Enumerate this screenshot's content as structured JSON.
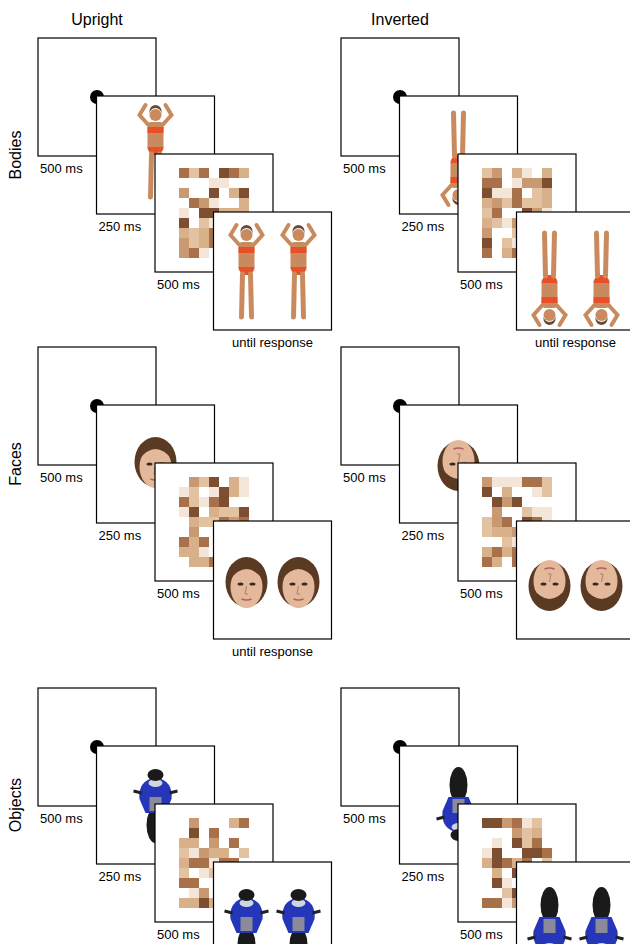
{
  "diagram": {
    "labels": [
      "Upright",
      "Inverted",
      "Bodies",
      "500 ms",
      "250 ms",
      "500 ms",
      "until response",
      "500 ms",
      "250 ms",
      "500 ms",
      "until response",
      "Faces",
      "500 ms",
      "250 ms",
      "500 ms",
      "until response",
      "500 ms",
      "250 ms",
      "500 ms",
      "Objects",
      "500 ms",
      "250 ms",
      "500 ms",
      "500 ms",
      "250 ms",
      "500 ms"
    ]
  }
}
